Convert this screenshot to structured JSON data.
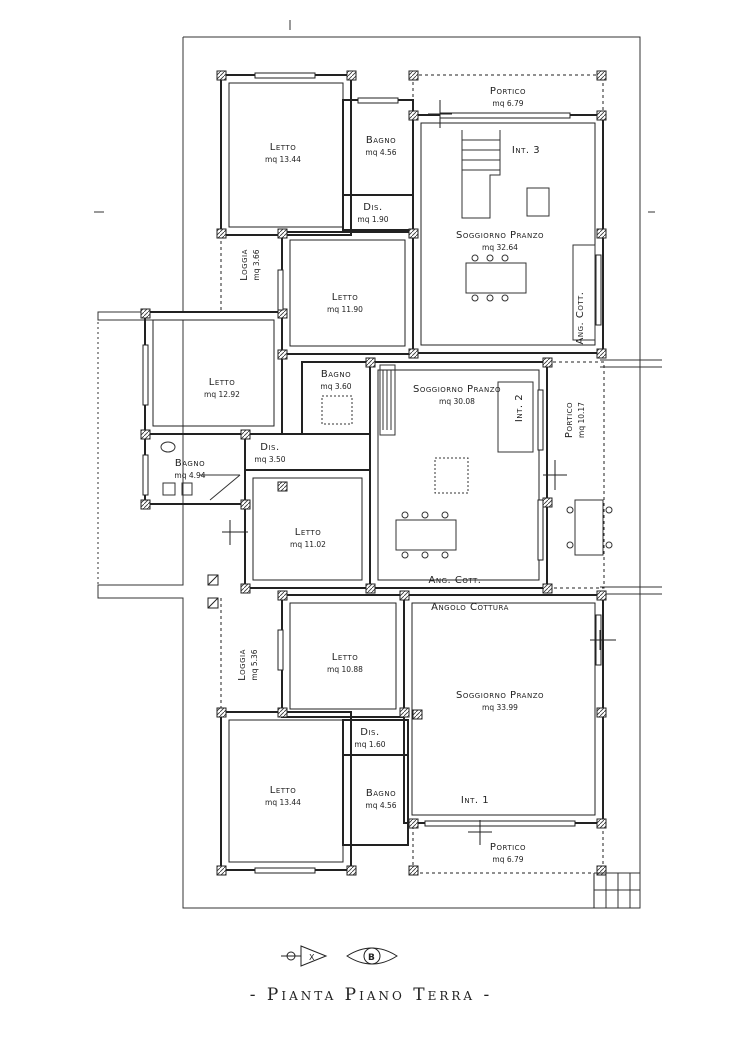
{
  "title": "Pianta Piano Terra",
  "title_dash": "-",
  "compass": {
    "label_x": "X",
    "label_b": "B"
  },
  "rooms": [
    {
      "id": "letto-top",
      "name": "Letto",
      "area": "mq 13.44"
    },
    {
      "id": "bagno-top",
      "name": "Bagno",
      "area": "mq 4.56"
    },
    {
      "id": "dis-top",
      "name": "Dis.",
      "area": "mq 1.90"
    },
    {
      "id": "portico-top",
      "name": "Portico",
      "area": "mq 6.79"
    },
    {
      "id": "int3",
      "name": "Int. 3",
      "area": ""
    },
    {
      "id": "soggiorno-top",
      "name": "Soggiorno Pranzo",
      "area": "mq 32.64"
    },
    {
      "id": "ang-cott-top",
      "name": "Ang. Cott.",
      "area": ""
    },
    {
      "id": "loggia-top",
      "name": "Loggia",
      "area": "mq 3.66"
    },
    {
      "id": "letto-1190",
      "name": "Letto",
      "area": "mq 11.90"
    },
    {
      "id": "letto-1292",
      "name": "Letto",
      "area": "mq 12.92"
    },
    {
      "id": "bagno-360",
      "name": "Bagno",
      "area": "mq 3.60"
    },
    {
      "id": "soggiorno-mid",
      "name": "Soggiorno Pranzo",
      "area": "mq 30.08"
    },
    {
      "id": "int2",
      "name": "Int. 2",
      "area": ""
    },
    {
      "id": "portico-mid",
      "name": "Portico",
      "area": "mq 10.17"
    },
    {
      "id": "bagno-494",
      "name": "Bagno",
      "area": "mq 4.94"
    },
    {
      "id": "dis-350",
      "name": "Dis.",
      "area": "mq 3.50"
    },
    {
      "id": "letto-1102",
      "name": "Letto",
      "area": "mq 11.02"
    },
    {
      "id": "ang-cott-mid",
      "name": "Ang. Cott.",
      "area": ""
    },
    {
      "id": "angolo-cottura",
      "name": "Angolo Cottura",
      "area": ""
    },
    {
      "id": "loggia-bot",
      "name": "Loggia",
      "area": "mq 5.36"
    },
    {
      "id": "letto-1088",
      "name": "Letto",
      "area": "mq 10.88"
    },
    {
      "id": "soggiorno-bot",
      "name": "Soggiorno Pranzo",
      "area": "mq 33.99"
    },
    {
      "id": "dis-bot",
      "name": "Dis.",
      "area": "mq 1.60"
    },
    {
      "id": "letto-bot",
      "name": "Letto",
      "area": "mq 13.44"
    },
    {
      "id": "bagno-bot",
      "name": "Bagno",
      "area": "mq 4.56"
    },
    {
      "id": "int1",
      "name": "Int. 1",
      "area": ""
    },
    {
      "id": "portico-bot",
      "name": "Portico",
      "area": "mq 6.79"
    }
  ]
}
